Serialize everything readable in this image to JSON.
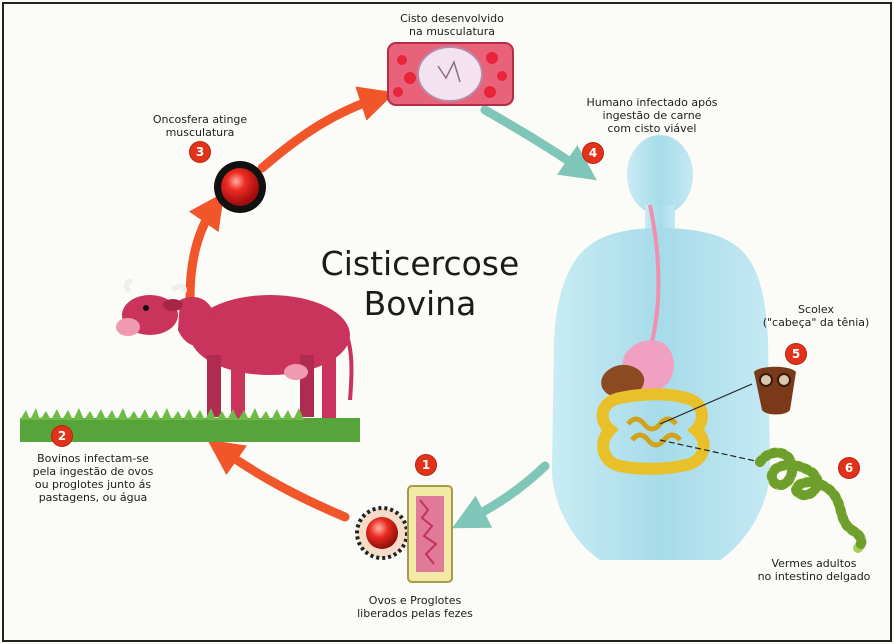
{
  "title": {
    "line1": "Cisticercose",
    "line2": "Bovina"
  },
  "steps": [
    {
      "number": "1",
      "caption": "Ovos e Proglotes\nliberados pelas fezes"
    },
    {
      "number": "2",
      "caption": "Bovinos infectam-se\npela ingestão de ovos\nou proglotes junto ás\npastagens, ou água"
    },
    {
      "number": "3",
      "caption": "Oncosfera atinge\nmusculatura"
    },
    {
      "number": "4",
      "caption": "Humano infectado após\ningestão de carne\ncom cisto viável"
    },
    {
      "number": "5",
      "caption": "Scolex\n(\"cabeça\" da tênia)"
    },
    {
      "number": "6",
      "caption": "Vermes adultos\nno intestino delgado"
    }
  ],
  "top_caption": "Cisto desenvolvido\nna musculatura",
  "colors": {
    "step_badge": "#e2321a",
    "arrow_red": "#f0562a",
    "arrow_teal": "#7fc6b8",
    "cow": "#c9335c",
    "human": "#a9dcea",
    "grass": "#57a43a",
    "cyst_red": "#e8243a"
  }
}
